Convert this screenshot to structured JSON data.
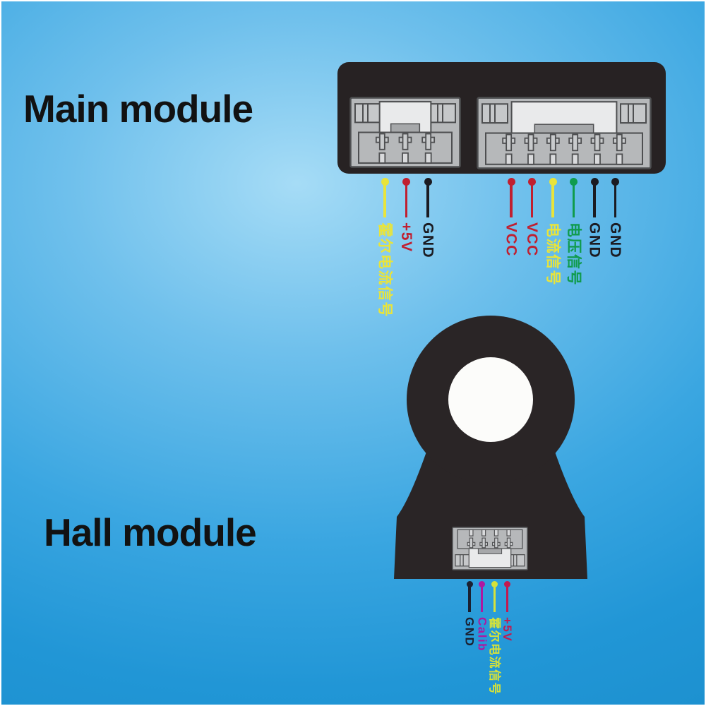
{
  "main_module": {
    "title": "Main module",
    "left_connector": {
      "pins": [
        {
          "color": "#e9e43a",
          "label": "霍尔电流信号"
        },
        {
          "color": "#c01f30",
          "label": "+5V"
        },
        {
          "color": "#1b1b22",
          "label": "GND"
        }
      ]
    },
    "right_connector": {
      "pins": [
        {
          "color": "#c01f30",
          "label": "VCC"
        },
        {
          "color": "#c01f30",
          "label": "VCC"
        },
        {
          "color": "#e9e43a",
          "label": "电流信号"
        },
        {
          "color": "#109b4d",
          "label": "电压信号"
        },
        {
          "color": "#1b1b22",
          "label": "GND"
        },
        {
          "color": "#1b1b22",
          "label": "GND"
        }
      ]
    }
  },
  "hall_module": {
    "title": "Hall module",
    "connector": {
      "pins": [
        {
          "color": "#1b2030",
          "label": "GND"
        },
        {
          "color": "#ae18a0",
          "label": "Calib"
        },
        {
          "color": "#d6e23a",
          "label": "霍尔电流信号"
        },
        {
          "color": "#c3194f",
          "label": "+5V"
        }
      ]
    }
  },
  "palette": {
    "background_light": "#a6dcf6",
    "background_dark": "#1d91d0",
    "module_body": "#272223",
    "hall_body": "#2a2526",
    "connector_gray": "#b6b8ba",
    "connector_outline": "#4e4f51",
    "connector_latch": "#e9eaeb",
    "hole_white": "#fcfcfa",
    "title_text": "#121212"
  }
}
